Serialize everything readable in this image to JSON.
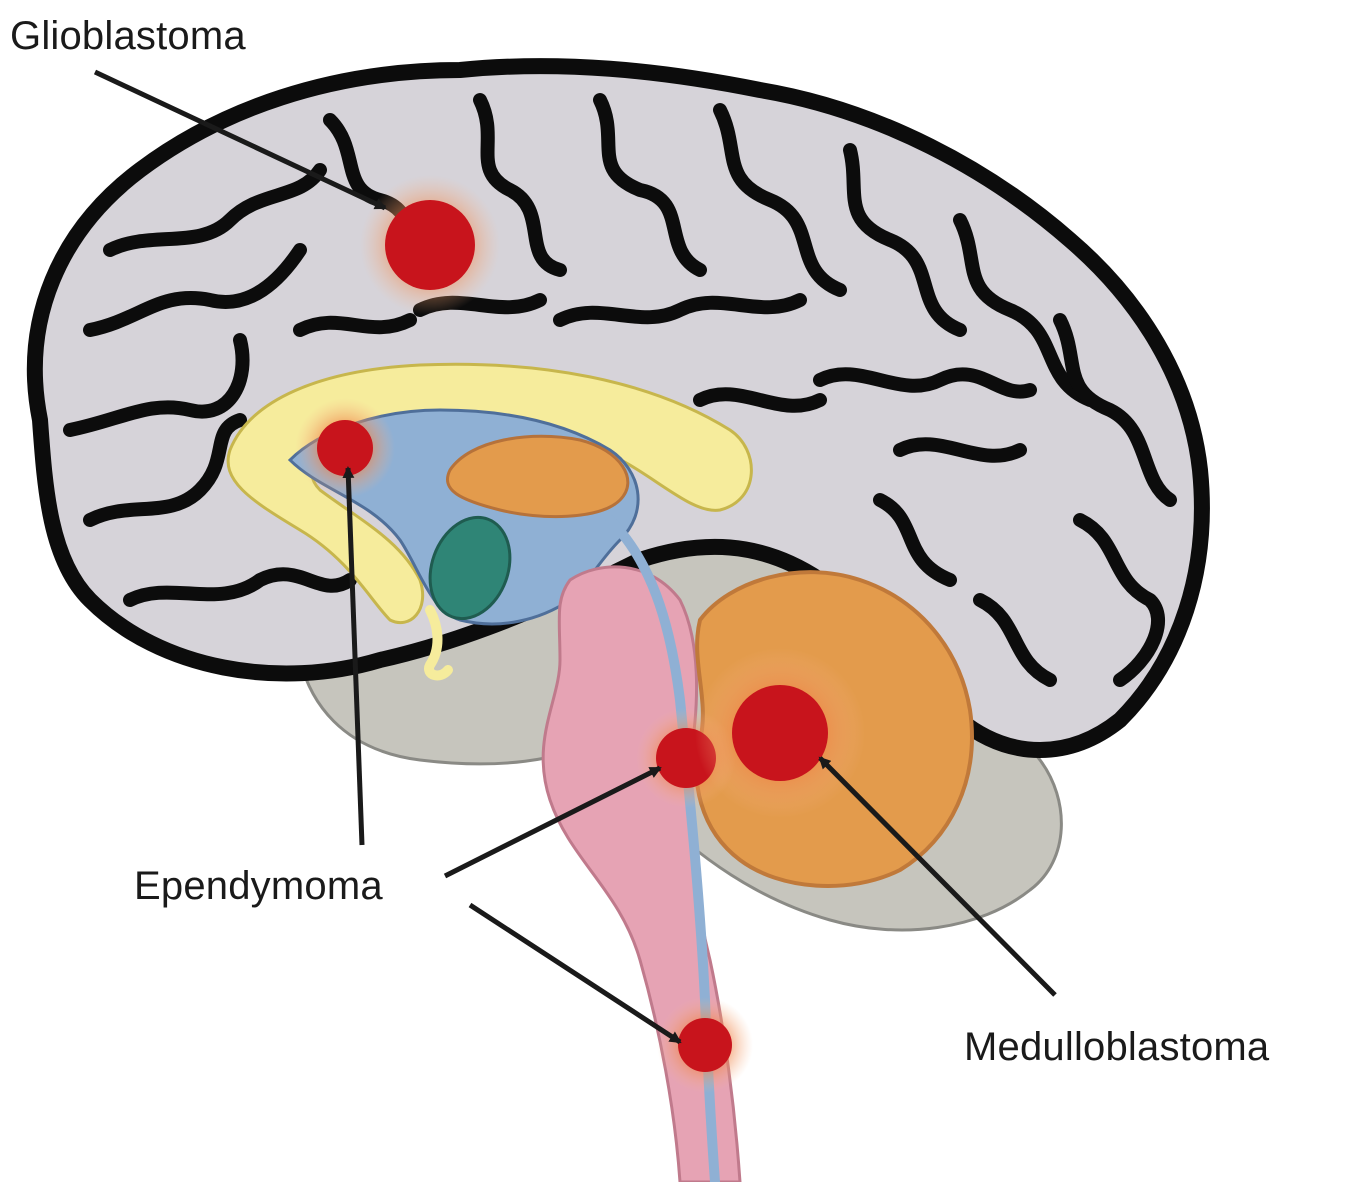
{
  "labels": {
    "glioblastoma": "Glioblastoma",
    "ependymoma": "Ependymoma",
    "medulloblastoma": "Medulloblastoma"
  },
  "colors": {
    "cortex": "#d6d3d9",
    "sulci": "#0c0c0c",
    "corpus_callosum": "#f6ec9c",
    "ventricle": "#8fb0d4",
    "brainstem": "#e6a3b4",
    "thalamus": "#e39b4c",
    "cerebellum": "#e39b4c",
    "hypothalamus_body": "#2f8576",
    "tumor": "#c8141c",
    "tumor_glow": "#f08a50",
    "background_tissue": "#c6c5bd"
  }
}
